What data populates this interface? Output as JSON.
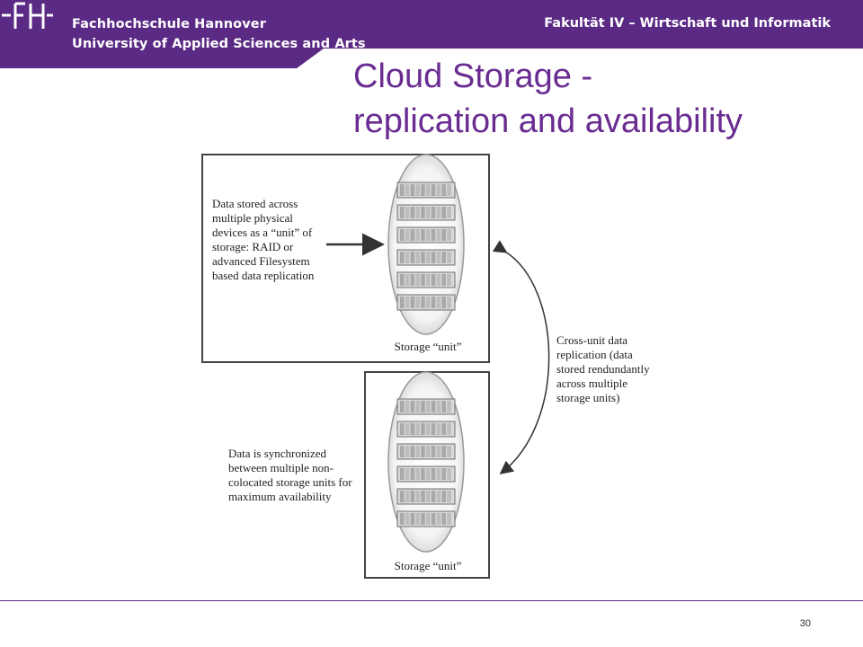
{
  "header": {
    "logo_text": "-FH-",
    "university_line1": "Fachhochschule Hannover",
    "university_line2": "University of Applied Sciences and Arts",
    "faculty": "Fakultät IV – Wirtschaft und Informatik",
    "brand_color": "#5b2a85"
  },
  "slide": {
    "title_line1": "Cloud Storage -",
    "title_line2": "replication and availability",
    "title_color": "#6a2c91"
  },
  "diagram": {
    "top_unit": {
      "label": "Storage “unit”",
      "annotation": [
        "Data stored across",
        "multiple physical",
        "devices as a “unit” of",
        "storage: RAID or",
        "advanced Filesystem",
        "based data  replication"
      ]
    },
    "bottom_unit": {
      "label": "Storage “unit”",
      "annotation": [
        "Data is synchronized",
        "between multiple non-",
        "colocated storage units for",
        "maximum availability"
      ]
    },
    "cross_unit_note": [
      "Cross-unit data",
      "replication (data",
      "stored rendundantly",
      "across multiple",
      "storage units)"
    ],
    "icons": [
      "disk-rack-icon",
      "arrow-right-icon",
      "double-arrow-curve-icon"
    ]
  },
  "footer": {
    "page_number": "30"
  }
}
